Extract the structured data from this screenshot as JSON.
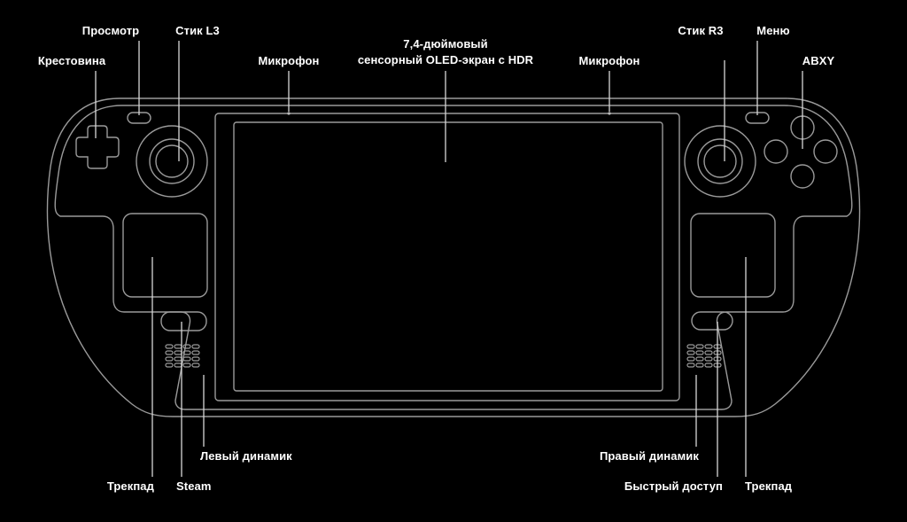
{
  "labels": {
    "dpad": "Крестовина",
    "view": "Просмотр",
    "stick_l3": "Стик L3",
    "mic_left": "Микрофон",
    "screen_line1": "7,4-дюймовый",
    "screen_line2": "сенсорный OLED-экран с HDR",
    "mic_right": "Микрофон",
    "stick_r3": "Стик R3",
    "menu": "Меню",
    "abxy": "ABXY",
    "trackpad_left": "Трекпад",
    "steam": "Steam",
    "speaker_left": "Левый динамик",
    "speaker_right": "Правый динамик",
    "quick_access": "Быстрый доступ",
    "trackpad_right": "Трекпад"
  },
  "colors": {
    "background": "#000000",
    "outline": "#9a9a9a",
    "leader": "#d8d8d8",
    "text": "#ffffff"
  }
}
